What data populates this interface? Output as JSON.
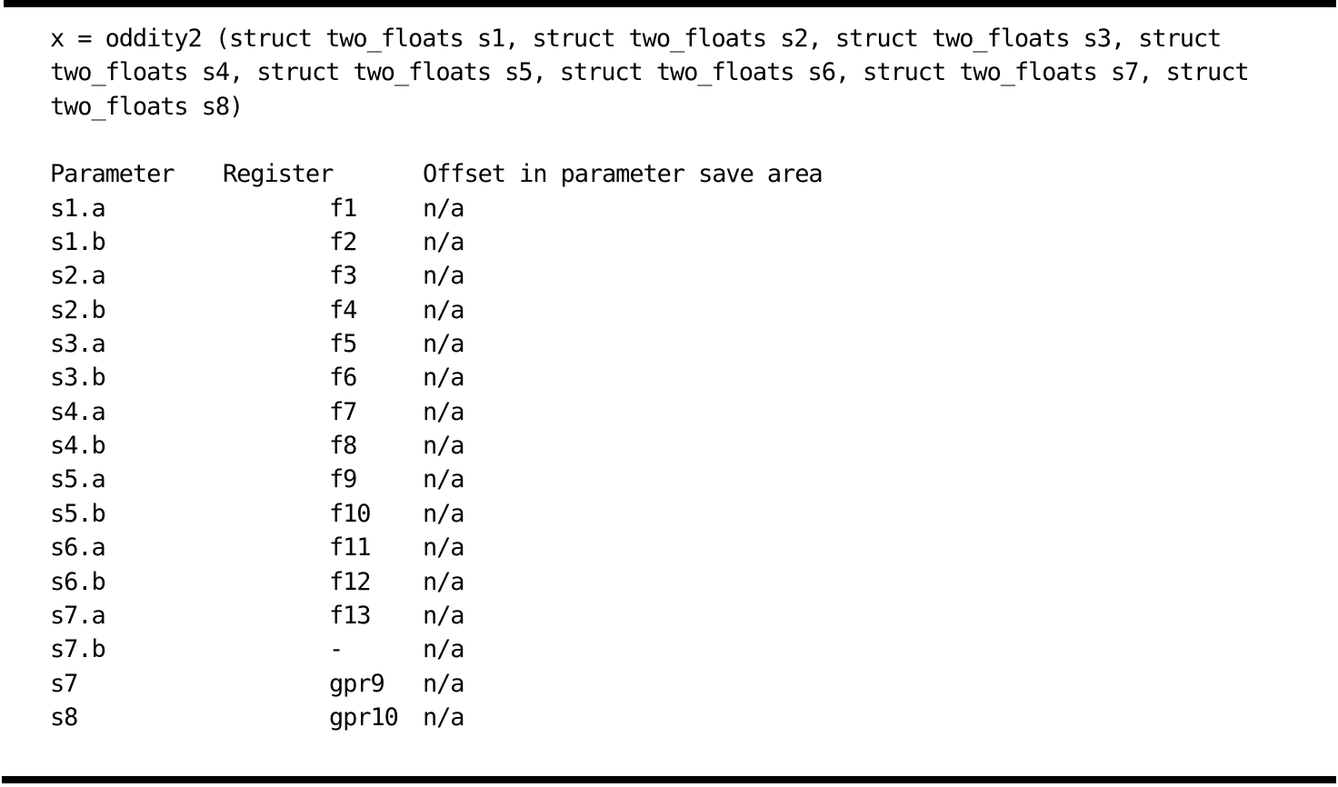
{
  "figure": {
    "colors": {
      "background": "#ffffff",
      "text": "#000000",
      "rule": "#000000"
    },
    "signature": {
      "lines": [
        "x = oddity2 (struct two_floats s1, struct two_floats s2, struct two_floats s3, struct",
        "two_floats s4, struct two_floats s5, struct two_floats s6, struct two_floats s7, struct",
        "two_floats s8)"
      ]
    },
    "table": {
      "headers": {
        "parameter": "Parameter",
        "register": "Register",
        "offset": "Offset in parameter save area"
      },
      "rows": [
        {
          "parameter": "s1.a",
          "register": "f1",
          "offset": "n/a"
        },
        {
          "parameter": "s1.b",
          "register": "f2",
          "offset": "n/a"
        },
        {
          "parameter": "s2.a",
          "register": "f3",
          "offset": "n/a"
        },
        {
          "parameter": "s2.b",
          "register": "f4",
          "offset": "n/a"
        },
        {
          "parameter": "s3.a",
          "register": "f5",
          "offset": "n/a"
        },
        {
          "parameter": "s3.b",
          "register": "f6",
          "offset": "n/a"
        },
        {
          "parameter": "s4.a",
          "register": "f7",
          "offset": "n/a"
        },
        {
          "parameter": "s4.b",
          "register": "f8",
          "offset": "n/a"
        },
        {
          "parameter": "s5.a",
          "register": "f9",
          "offset": "n/a"
        },
        {
          "parameter": "s5.b",
          "register": "f10",
          "offset": "n/a"
        },
        {
          "parameter": "s6.a",
          "register": "f11",
          "offset": "n/a"
        },
        {
          "parameter": "s6.b",
          "register": "f12",
          "offset": "n/a"
        },
        {
          "parameter": "s7.a",
          "register": "f13",
          "offset": "n/a"
        },
        {
          "parameter": "s7.b",
          "register": "-",
          "offset": "n/a"
        },
        {
          "parameter": "s7",
          "register": "gpr9",
          "offset": "n/a"
        },
        {
          "parameter": "s8",
          "register": "gpr10",
          "offset": "n/a"
        }
      ]
    }
  }
}
